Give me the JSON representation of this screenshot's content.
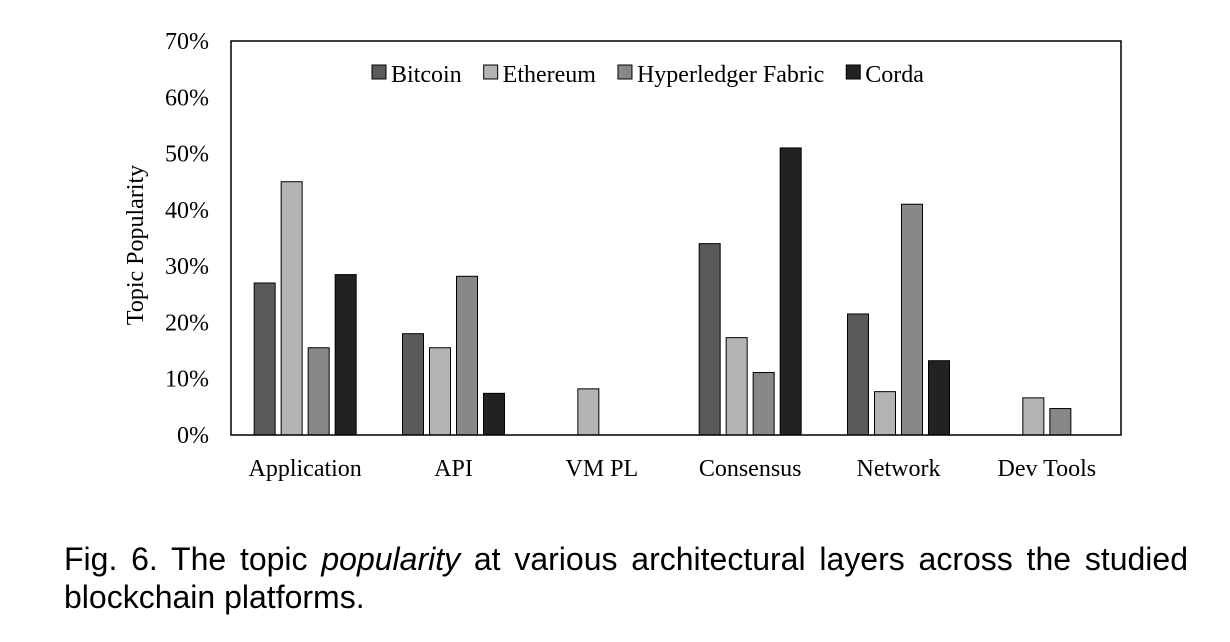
{
  "chart_data": {
    "type": "bar",
    "ylabel": "Topic Popularity",
    "xlabel": "",
    "ylim": [
      0,
      70
    ],
    "y_ticks": [
      "0%",
      "10%",
      "20%",
      "30%",
      "40%",
      "50%",
      "60%",
      "70%"
    ],
    "grid": false,
    "legend_position": "top",
    "categories": [
      "Application",
      "API",
      "VM PL",
      "Consensus",
      "Network",
      "Dev Tools"
    ],
    "series": [
      {
        "name": "Bitcoin",
        "color": "#5a5a5a",
        "values": [
          27,
          18,
          0,
          34,
          21.5,
          0
        ]
      },
      {
        "name": "Ethereum",
        "color": "#b4b4b4",
        "values": [
          45,
          15.5,
          8.2,
          17.3,
          7.7,
          6.6
        ]
      },
      {
        "name": "Hyperledger Fabric",
        "color": "#888888",
        "values": [
          15.5,
          28.2,
          0,
          11.1,
          41,
          4.7
        ]
      },
      {
        "name": "Corda",
        "color": "#222222",
        "values": [
          28.5,
          7.4,
          0,
          51,
          13.2,
          0
        ]
      }
    ]
  },
  "caption": {
    "prefix": "Fig. 6. The topic ",
    "emphasis": "popularity",
    "suffix": " at various architectural layers across the studied blockchain platforms."
  }
}
